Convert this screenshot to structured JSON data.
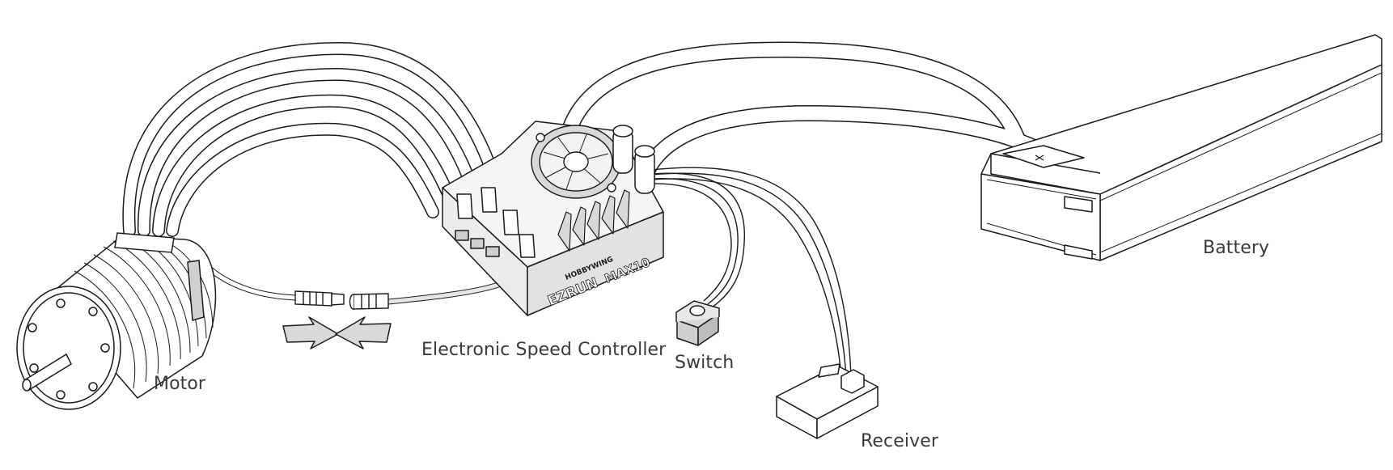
{
  "labels": {
    "motor": "Motor",
    "esc": "Electronic Speed Controller",
    "switch": "Switch",
    "receiver": "Receiver",
    "battery": "Battery"
  },
  "esc_markings": {
    "brand_top": "HOBBYWING",
    "model_line1": "EZRUN",
    "model_line2": "MAX10"
  },
  "colors": {
    "line": "#1a1a1a",
    "fill": "#ffffff",
    "shade": "#e8e8e8",
    "dark_shade": "#bdbdbd",
    "label": "#3a3a3a"
  }
}
